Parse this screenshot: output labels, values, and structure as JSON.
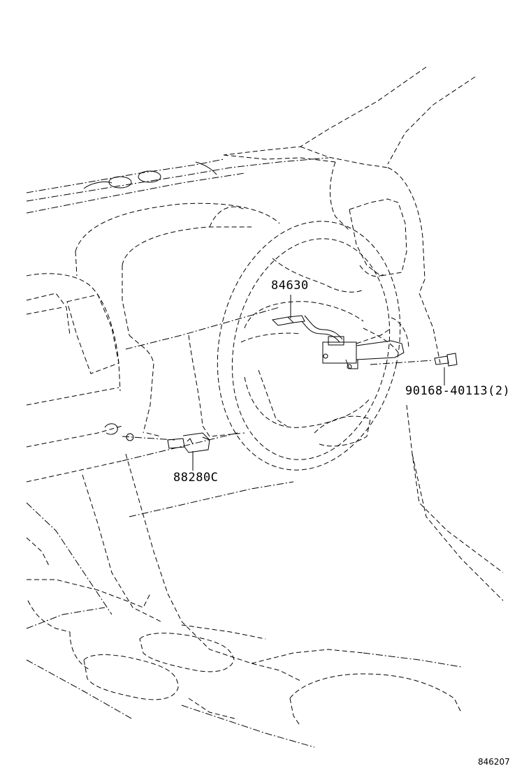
{
  "diagram": {
    "subject": "steering wheel and switch parts exploded view",
    "parts": [
      {
        "id": "horn-switch",
        "number": "84630"
      },
      {
        "id": "bolt",
        "number": "90168-40113(2)"
      },
      {
        "id": "sensor",
        "number": "88280C"
      }
    ],
    "ref_number": "846207",
    "line_color": "#000000",
    "background": "#ffffff"
  }
}
